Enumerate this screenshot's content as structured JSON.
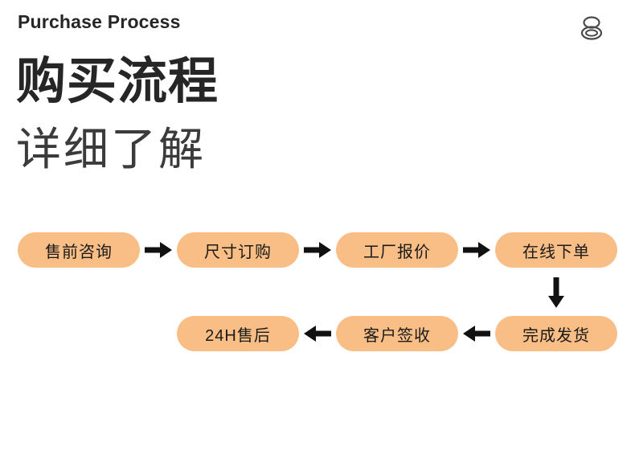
{
  "header": {
    "title": "Purchase Process",
    "corner_icon": "stacked-rings-icon"
  },
  "hero": {
    "headline": "购买流程",
    "subheadline": "详细了解"
  },
  "colors": {
    "chip_fill": "#F9BE86",
    "text_dark": "#262626",
    "background": "#FFFFFF",
    "arrow": "#111111"
  },
  "flow": {
    "row1": {
      "steps": [
        {
          "label": "售前咨询"
        },
        {
          "label": "尺寸订购"
        },
        {
          "label": "工厂报价"
        },
        {
          "label": "在线下单"
        }
      ],
      "connector_icon": "arrow-right-icon"
    },
    "turn": {
      "connector_icon": "arrow-down-icon"
    },
    "row2": {
      "steps": [
        {
          "label": "24H售后"
        },
        {
          "label": "客户签收"
        },
        {
          "label": "完成发货"
        }
      ],
      "connector_icon": "arrow-left-icon"
    }
  }
}
